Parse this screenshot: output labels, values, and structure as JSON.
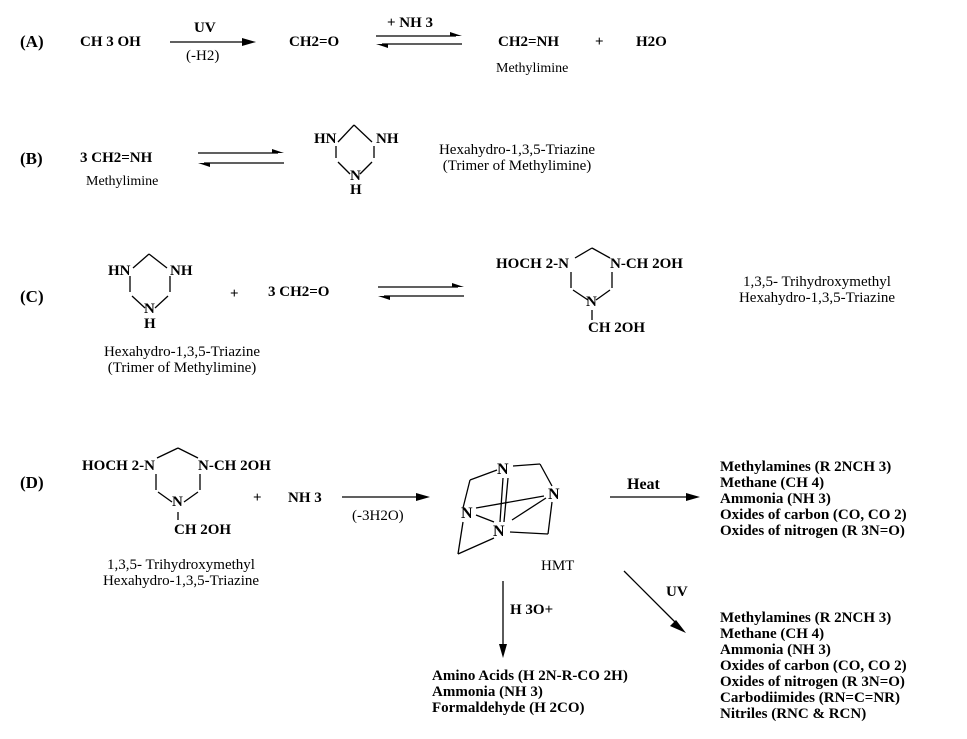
{
  "rows": {
    "A": {
      "label": "(A)",
      "reactant": "CH 3 OH",
      "arrow_top": "UV",
      "arrow_bottom": "(-H2)",
      "formaldehyde": "CH2=O",
      "eq_top": "+ NH 3",
      "product1": "CH2=NH",
      "product1_name": "Methylimine",
      "plus": "+",
      "product2": "H2O"
    },
    "B": {
      "label": "(B)",
      "reactant": "3 CH2=NH",
      "reactant_name": "Methylimine",
      "ring_hn": "HN",
      "ring_nh": "NH",
      "ring_n": "N",
      "ring_h": "H",
      "product_name_1": "Hexahydro-1,3,5-Triazine",
      "product_name_2": "(Trimer of Methylimine)"
    },
    "C": {
      "label": "(C)",
      "ring_hn": "HN",
      "ring_nh": "NH",
      "ring_n": "N",
      "ring_h": "H",
      "ring_name_1": "Hexahydro-1,3,5-Triazine",
      "ring_name_2": "(Trimer of Methylimine)",
      "plus": "+",
      "reagent": "3 CH2=O",
      "prod_left": "HOCH 2-N",
      "prod_right": "N-CH 2OH",
      "prod_n": "N",
      "prod_bottom": "CH 2OH",
      "product_name_1": "1,3,5- Trihydroxymethyl",
      "product_name_2": "Hexahydro-1,3,5-Triazine"
    },
    "D": {
      "label": "(D)",
      "prod_left": "HOCH 2-N",
      "prod_right": "N-CH 2OH",
      "prod_n": "N",
      "prod_bottom": "CH 2OH",
      "plus": "+",
      "reagent": "NH 3",
      "arrow_bottom": "(-3H2O)",
      "reactant_name_1": "1,3,5- Trihydroxymethyl",
      "reactant_name_2": "Hexahydro-1,3,5-Triazine",
      "hmt_label": "HMT",
      "heat_label": "Heat",
      "uv_label": "UV",
      "acid_label": "H 3O+",
      "heat_products": [
        "Methylamines (R  2NCH 3)",
        "Methane (CH 4)",
        "Ammonia (NH 3)",
        "Oxides of carbon (CO, CO  2)",
        "Oxides of nitrogen (R  3N=O)"
      ],
      "uv_products": [
        "Methylamines (R  2NCH 3)",
        "Methane (CH 4)",
        "Ammonia (NH 3)",
        "Oxides of carbon (CO, CO  2)",
        "Oxides of nitrogen (R  3N=O)",
        "Carbodiimides (RN=C=NR)",
        "Nitriles (RNC & RCN)"
      ],
      "acid_products": [
        "Amino Acids (H  2N-R-CO 2H)",
        "Ammonia (NH 3)",
        "Formaldehyde (H  2CO)"
      ]
    }
  }
}
